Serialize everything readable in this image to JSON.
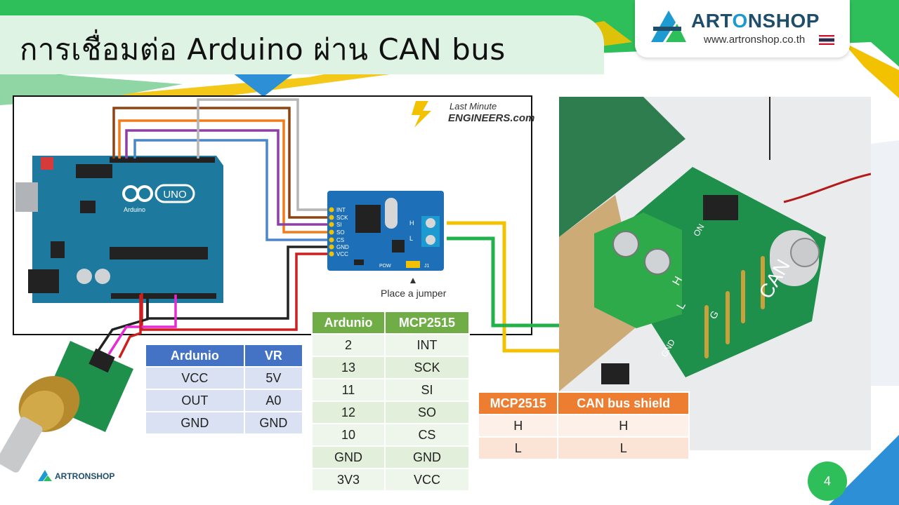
{
  "title": "การเชื่อมต่อ Arduino ผ่าน CAN bus",
  "logo": {
    "name_a": "ART",
    "name_o": "O",
    "name_b": "NSHOP",
    "url": "www.artronshop.co.th"
  },
  "diagram": {
    "brand_line1": "Last Minute",
    "brand_line2": "ENGINEERS.com",
    "jumper_note": "Place a jumper",
    "arduino_label": "UNO",
    "arduino_sub": "Arduino",
    "module_pins": [
      "INT",
      "SCK",
      "SI",
      "SO",
      "CS",
      "GND",
      "VCC"
    ],
    "module_terminal": [
      "H",
      "L"
    ],
    "module_labels": {
      "pow": "POW",
      "j1": "J1"
    }
  },
  "wire_colors": {
    "brown": "#8b4513",
    "orange": "#f07c1c",
    "purple": "#8e3fa6",
    "blue": "#4a86c8",
    "gray": "#b5b5b5",
    "black": "#222222",
    "red": "#cc1f1f",
    "magenta": "#e52bd4",
    "yellow": "#f2c200",
    "green": "#21b24b"
  },
  "tables": {
    "vr": {
      "headers": [
        "Ardunio",
        "VR"
      ],
      "rows": [
        [
          "VCC",
          "5V"
        ],
        [
          "OUT",
          "A0"
        ],
        [
          "GND",
          "GND"
        ]
      ]
    },
    "mcp": {
      "headers": [
        "Ardunio",
        "MCP2515"
      ],
      "rows": [
        [
          "2",
          "INT"
        ],
        [
          "13",
          "SCK"
        ],
        [
          "11",
          "SI"
        ],
        [
          "12",
          "SO"
        ],
        [
          "10",
          "CS"
        ],
        [
          "GND",
          "GND"
        ],
        [
          "3V3",
          "VCC"
        ]
      ]
    },
    "can": {
      "headers": [
        "MCP2515",
        "CAN bus shield"
      ],
      "rows": [
        [
          "H",
          "H"
        ],
        [
          "L",
          "L"
        ]
      ]
    }
  },
  "shield_labels": {
    "can": "CAN",
    "h": "H",
    "l": "L",
    "g": "G",
    "on": "ON",
    "gnd": "GND"
  },
  "footer_logo": "ARTRONSHOP",
  "page_number": "4",
  "colors": {
    "accent_green": "#2fbf5a",
    "accent_blue": "#2d8fd6",
    "accent_yellow": "#f2c200"
  }
}
